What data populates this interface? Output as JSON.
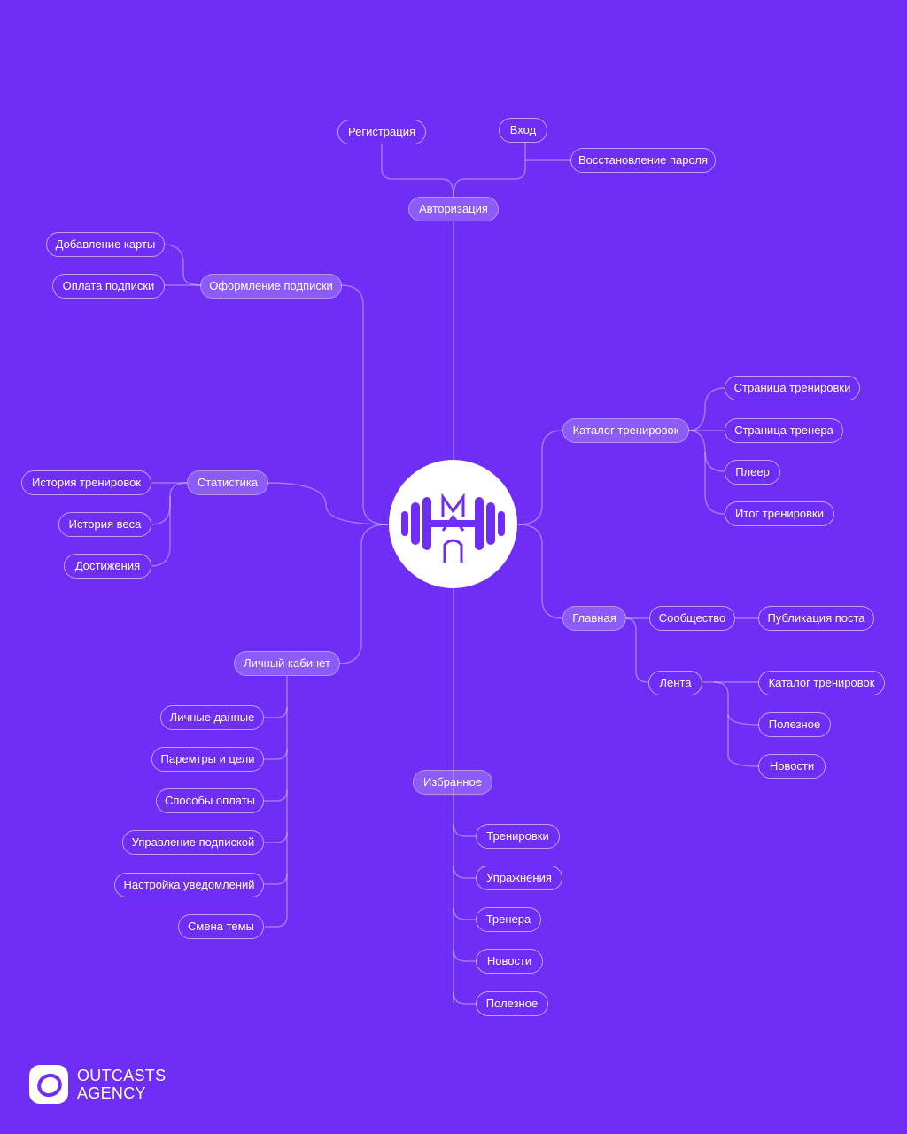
{
  "hub": {
    "icon": "barbell-monogram-icon"
  },
  "nodes": {
    "auth": "Авторизация",
    "registration": "Регистрация",
    "login": "Вход",
    "password_recovery": "Восстановление пароля",
    "subscription": "Оформление подписки",
    "add_card": "Добавление карты",
    "pay_subscription": "Оплата подписки",
    "stats": "Статистика",
    "workout_history": "История тренировок",
    "weight_history": "История веса",
    "achievements": "Достижения",
    "catalog": "Каталог тренировок",
    "workout_page": "Страница тренировки",
    "trainer_page": "Страница тренера",
    "player": "Плеер",
    "workout_result": "Итог тренировки",
    "home": "Главная",
    "community": "Сообщество",
    "post_publish": "Публикация поста",
    "feed": "Лента",
    "feed_catalog": "Каталог тренировок",
    "feed_useful": "Полезное",
    "feed_news": "Новости",
    "account": "Личный кабинет",
    "personal_data": "Личные данные",
    "params_goals": "Паремтры и цели",
    "payment_methods": "Способы оплаты",
    "subscription_mgmt": "Управление подпиской",
    "notifications": "Настройка уведомлений",
    "theme_change": "Смена темы",
    "favorites": "Избранное",
    "fav_workouts": "Тренировки",
    "fav_exercises": "Упражнения",
    "fav_trainers": "Тренера",
    "fav_news": "Новости",
    "fav_useful": "Полезное"
  },
  "brand": {
    "line1": "OUTCASTS",
    "line2": "AGENCY",
    "icon": "outcasts-logo-icon"
  },
  "colors": {
    "background": "#6e2ef6",
    "pill_border": "#ffffff",
    "connector": "#ffffff"
  }
}
